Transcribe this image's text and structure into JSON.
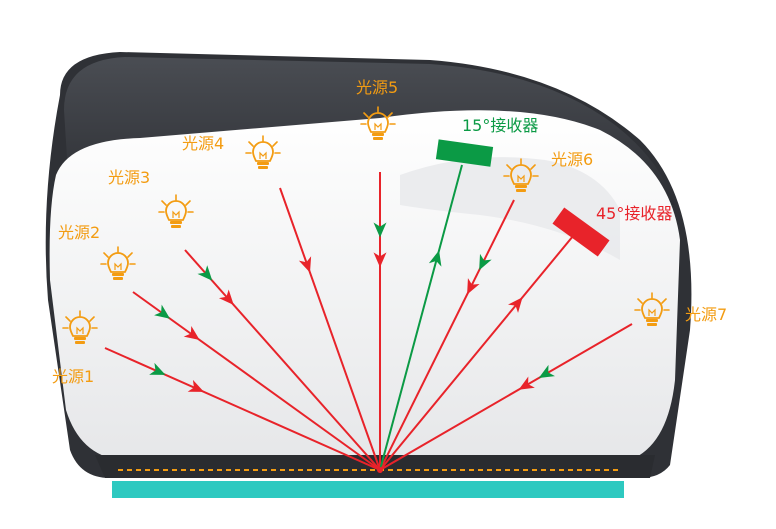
{
  "colors": {
    "source": "#f39c12",
    "incident": "#e8232a",
    "receiver_15": "#0b9a45",
    "receiver_45": "#e8232a",
    "sample": "#2ec9c0",
    "baseline": "#f39c12",
    "body_dark": "#3a3d42",
    "body_light": "#f2f2f3"
  },
  "icons": [
    "light-bulb-icon",
    "receiver-bar-icon"
  ],
  "sources": [
    {
      "label": "光源1"
    },
    {
      "label": "光源2"
    },
    {
      "label": "光源3"
    },
    {
      "label": "光源4"
    },
    {
      "label": "光源5"
    },
    {
      "label": "光源6"
    },
    {
      "label": "光源7"
    }
  ],
  "receivers": [
    {
      "label": "15°接收器"
    },
    {
      "label": "45°接收器"
    }
  ]
}
